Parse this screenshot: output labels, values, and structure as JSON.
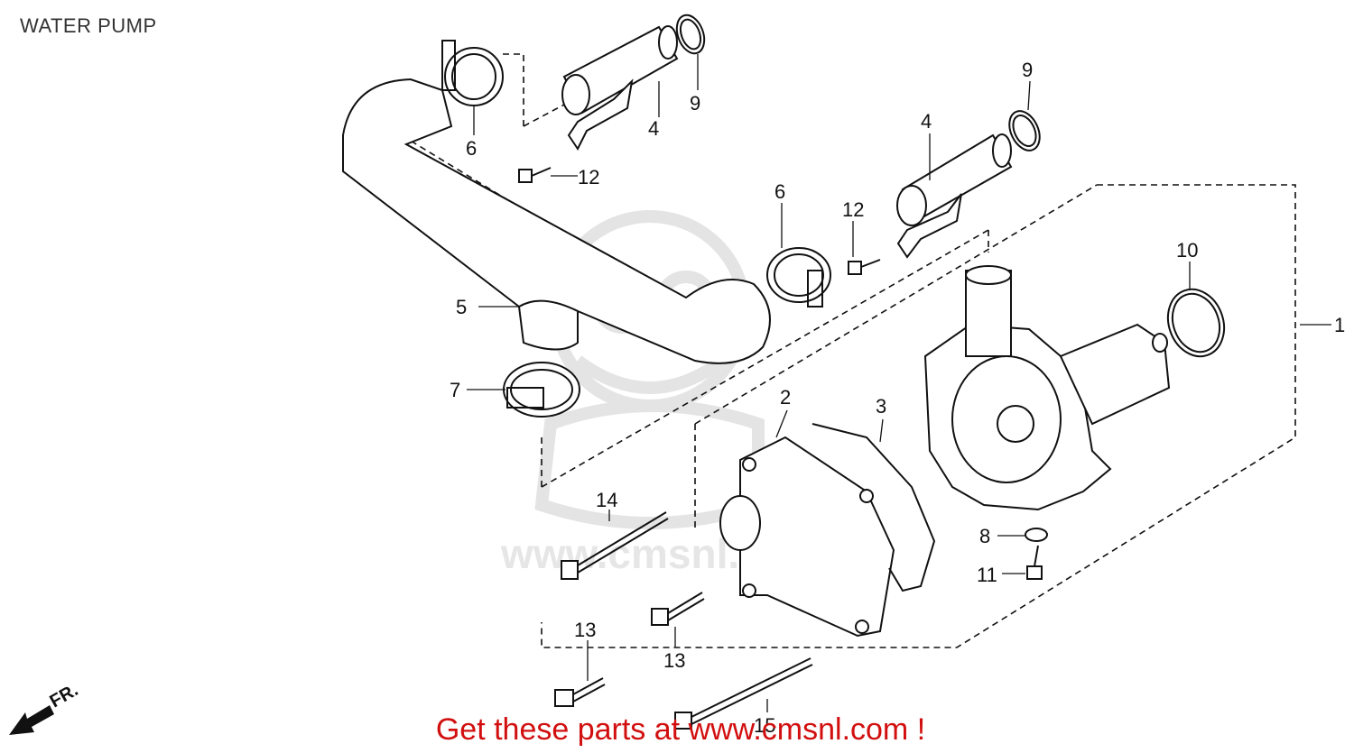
{
  "title": "WATER PUMP",
  "promo": "Get these parts at www.cmsnl.com !",
  "watermark": "www.cmsnl.com",
  "direction_label": "FR.",
  "callouts": [
    {
      "id": "c1",
      "label": "1"
    },
    {
      "id": "c2",
      "label": "2"
    },
    {
      "id": "c3",
      "label": "3"
    },
    {
      "id": "c4a",
      "label": "4"
    },
    {
      "id": "c4b",
      "label": "4"
    },
    {
      "id": "c5",
      "label": "5"
    },
    {
      "id": "c6a",
      "label": "6"
    },
    {
      "id": "c6b",
      "label": "6"
    },
    {
      "id": "c7",
      "label": "7"
    },
    {
      "id": "c8",
      "label": "8"
    },
    {
      "id": "c9a",
      "label": "9"
    },
    {
      "id": "c9b",
      "label": "9"
    },
    {
      "id": "c10",
      "label": "10"
    },
    {
      "id": "c11",
      "label": "11"
    },
    {
      "id": "c12a",
      "label": "12"
    },
    {
      "id": "c12b",
      "label": "12"
    },
    {
      "id": "c13a",
      "label": "13"
    },
    {
      "id": "c13b",
      "label": "13"
    },
    {
      "id": "c14",
      "label": "14"
    },
    {
      "id": "c15",
      "label": "15"
    }
  ],
  "colors": {
    "ink": "#111111",
    "promo": "#d20f0f",
    "watermark": "#e6e6e6",
    "title": "#333333"
  }
}
